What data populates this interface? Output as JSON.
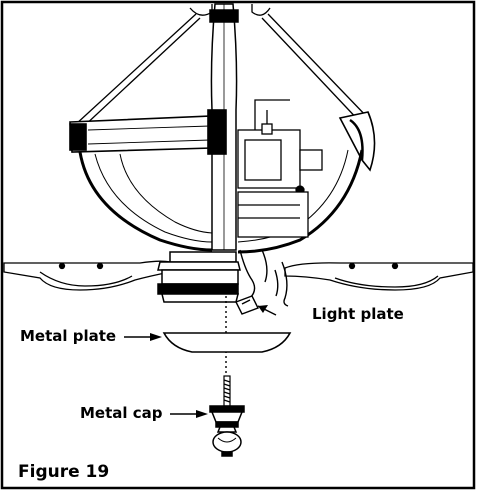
{
  "labels": {
    "metal_plate": "Metal plate",
    "light_plate": "Light plate",
    "metal_cap": "Metal cap",
    "figure": "Figure 19"
  }
}
